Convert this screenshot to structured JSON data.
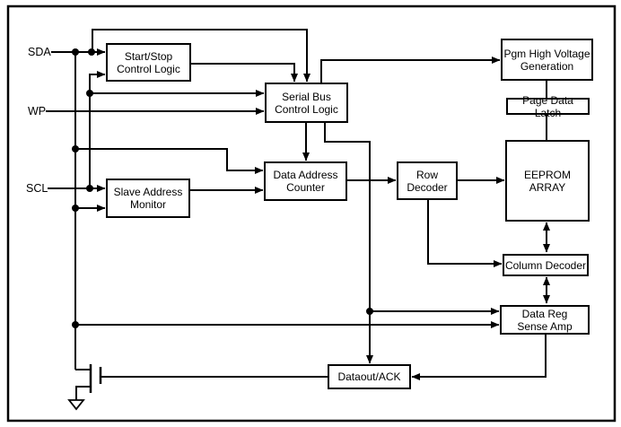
{
  "diagram": {
    "kind": "functional-block-diagram",
    "pins": {
      "sda": "SDA",
      "wp": "WP",
      "scl": "SCL"
    },
    "blocks": {
      "start_stop": "Start/Stop\nControl Logic",
      "serial_bus": "Serial Bus\nControl Logic",
      "slave_monitor": "Slave Address\nMonitor",
      "data_addr_counter": "Data Address\nCounter",
      "row_decoder": "Row\nDecoder",
      "pgm_hv": "Pgm High Voltage\nGeneration",
      "page_data_latch": "Page Data Latch",
      "eeprom_array": "EEPROM\nARRAY",
      "column_decoder": "Column Decoder",
      "data_reg_sense_amp": "Data Reg\nSense Amp",
      "dataout_ack": "Dataout/ACK"
    },
    "symbols": {
      "transistor": "nmos-output-transistor",
      "ground": "ground"
    },
    "colors": {
      "line": "#000000",
      "background": "#ffffff",
      "text": "#000000"
    }
  }
}
